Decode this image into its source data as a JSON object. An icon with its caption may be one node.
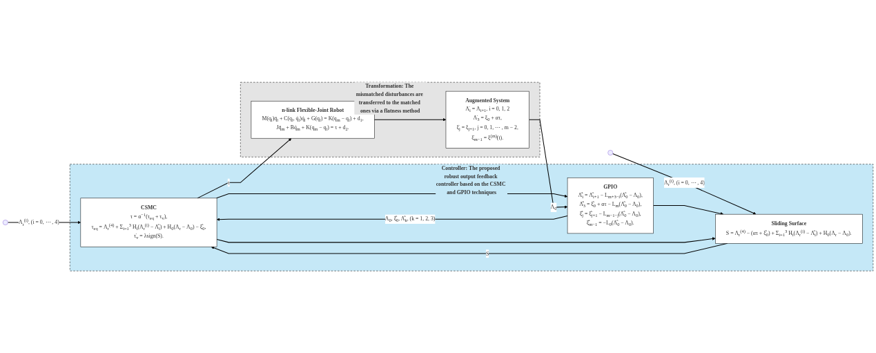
{
  "diagram": {
    "nodes": [
      {
        "text": [
          "Controller: The proposed robust output feedback controller based on the CSMC and GPIO techniques"
        ]
      },
      {
        "text": [
          "CSMC",
          "τ = α$^{−1}$(τ$_{eq}$ + τ$_{v}$),",
          "τ$_{eq}$ = Λ$_{r}$$^{(4)}$ + Σ$_{i=1}$$^{3}$ H$_{i}$(Λ$_{r}$$^{(i)}$ − Λ̂$_{i}$) + H$_{0}$(Λ$_{r}$ − Λ$_{0}$) − ξ̂$_{0}$,",
          "τ̇$_{v}$ = λsign(S)."
        ],
        "in": 0
      },
      {
        "text": [
          "Sliding Surface",
          "S = Λ$_{r}$$^{(4)}$ − (ατ + ξ̂$_{0}$) + Σ$_{i=1}$$^{3}$ H$_{i}$(Λ$_{r}$$^{(i)}$ − Λ̂$_{i}$) + H$_{0}$(Λ$_{r}$ − Λ$_{0}$)."
        ],
        "in": 0
      },
      {
        "text": [
          "GPIO",
          "Λ̂̇$_{i}$ = Λ̂$_{i+1}$ − L$_{m+3−i}$(Λ̂$_{0}$ − Λ$_{0}$),",
          "Λ̂̇$_{3}$ = ξ̂$_{0}$ + ατ − L$_{m}$(Λ̂$_{0}$ − Λ$_{0}$),",
          "ξ̂̇$_{j}$ = ξ̂$_{j+1}$ − L$_{m−1−j}$(Λ̂$_{0}$ − Λ$_{0}$),",
          "ξ̂̇$_{m−1}$ = −L$_{0}$(Λ̂$_{0}$ − Λ$_{0}$)."
        ],
        "in": 0
      },
      {
        "text": [
          "Transformation: The mismatched disturbances are transferred to the matched ones via a flatness method"
        ]
      },
      {
        "text": [
          "n-link Flexible-Joint Robot",
          "M(q$_{l}$)q̈$_{l}$ + C(q$_{l}$, q̇$_{l}$)q̇$_{l}$ + G(q$_{l}$) = K(q$_{m}$ − q$_{l}$) + d$_{1}$,",
          "Jq̈$_{m}$ + Bq̇$_{m}$ + K(q$_{m}$ − q$_{l}$) = τ + d$_{2}$."
        ],
        "in": 4
      },
      {
        "text": [
          "Augmented System",
          "Λ̇$_{i}$ = Λ$_{i+1}$, i = 0, 1, 2",
          "Λ̇$_{3}$ = ξ$_{0}$ + ατ,",
          "ξ̇$_{j}$ = ξ$_{j+1}$, j = 0, 1, ⋯ , m − 2,",
          "ξ̇$_{m−1}$ = ξ$^{(m)}$(t)."
        ],
        "in": 4
      }
    ],
    "edges": [
      {
        "from": null,
        "to": 1,
        "arrow": "to",
        "label": "Λ$_{r}$$^{(i)}$, (i = 0, ⋯ , 4)"
      },
      {
        "from": null,
        "to": 2,
        "arrow": "to",
        "label": "Λ$_{r}$$^{(i)}$, (i = 0, ⋯ , 4)"
      },
      {
        "from": 3,
        "to": 1,
        "arrow": "to",
        "label": "Λ$_{0}$, ξ̂$_{0}$, Λ̂$_{k}$, (k = 1, 2, 3)"
      },
      {
        "from": 3,
        "to": 2,
        "arrow": "to"
      },
      {
        "from": 2,
        "to": 1,
        "arrow": "to",
        "label": "S"
      },
      {
        "from": 1,
        "to": 5,
        "arrow": "to",
        "label": "τ"
      },
      {
        "from": 1,
        "to": 2,
        "arrow": "to"
      },
      {
        "from": 1,
        "to": 3,
        "arrow": "to"
      },
      {
        "from": 5,
        "to": 6,
        "arrow": "to"
      },
      {
        "from": 6,
        "to": 3,
        "arrow": "to",
        "label": "Λ$_{0}$"
      }
    ]
  }
}
